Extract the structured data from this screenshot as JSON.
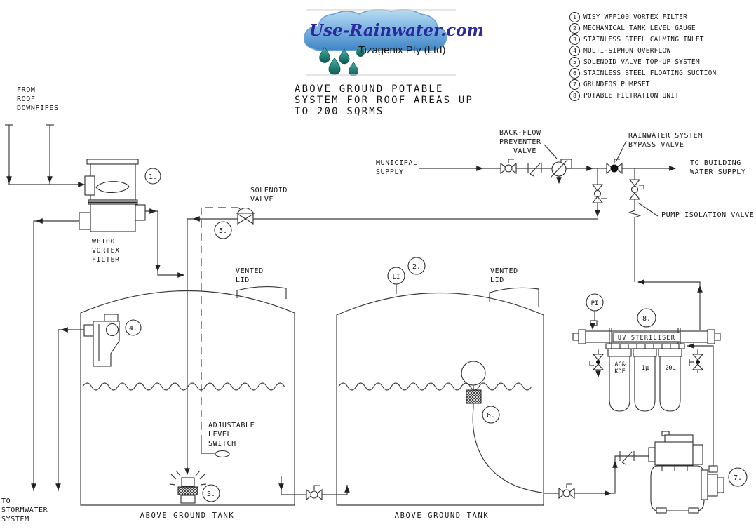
{
  "logo": {
    "site": "Use-Rainwater.com",
    "company": "Tizagenix Pty (Ltd)"
  },
  "title": {
    "text": "ABOVE GROUND POTABLE\nSYSTEM FOR ROOF AREAS UP\nTO 200 SQRMS"
  },
  "legend": {
    "items": [
      {
        "num": "1",
        "label": "WISY WFF100 VORTEX FILTER"
      },
      {
        "num": "2",
        "label": "MECHANICAL TANK LEVEL GAUGE"
      },
      {
        "num": "3",
        "label": "STAINLESS STEEL CALMING INLET"
      },
      {
        "num": "4",
        "label": "MULTI-SIPHON OVERFLOW"
      },
      {
        "num": "5",
        "label": "SOLENOID VALVE TOP-UP SYSTEM"
      },
      {
        "num": "6",
        "label": "STAINLESS STEEL FLOATING SUCTION"
      },
      {
        "num": "7",
        "label": "GRUNDFOS PUMPSET"
      },
      {
        "num": "8",
        "label": "POTABLE FILTRATION UNIT"
      }
    ]
  },
  "labels": {
    "from_roof": "FROM\nROOF\nDOWNPIPES",
    "wf100": "WF100\nVORTEX\nFILTER",
    "solenoid_valve": "SOLENOID\nVALVE",
    "vented_lid_left": "VENTED\nLID",
    "vented_lid_right": "VENTED\nLID",
    "municipal_supply": "MUNICIPAL\nSUPPLY",
    "backflow": "BACK-FLOW\nPREVENTER\n   VALVE",
    "bypass": "RAINWATER SYSTEM\nBYPASS VALVE",
    "to_building": "TO BUILDING\nWATER SUPPLY",
    "pump_isolation": "PUMP ISOLATION VALVE",
    "adjustable_level_switch": "ADJUSTABLE\nLEVEL\nSWITCH",
    "to_stormwater": "TO\nSTORMWATER\nSYSTEM",
    "tank_left": "ABOVE GROUND TANK",
    "tank_right": "ABOVE GROUND TANK"
  },
  "gauges": {
    "li": "LI",
    "pi": "PI"
  },
  "filtration": {
    "uv": "UV STERILISER",
    "cart1_top": "AC&",
    "cart1_bottom": "KDF",
    "cart2": "1µ",
    "cart3": "20µ"
  },
  "callouts": {
    "n1": "1.",
    "n2": "2.",
    "n3": "3.",
    "n4": "4.",
    "n5": "5.",
    "n6": "6.",
    "n7": "7.",
    "n8": "8."
  },
  "colors": {
    "pipe": "#3a3a3a",
    "logo_text": "#2a2a9e",
    "cloud_light": "#b7dcf4",
    "cloud_dark": "#3f86c8",
    "raindrop": "#0e6e64",
    "filter_label": "#5d4b28",
    "valve_fill": "#111111"
  }
}
